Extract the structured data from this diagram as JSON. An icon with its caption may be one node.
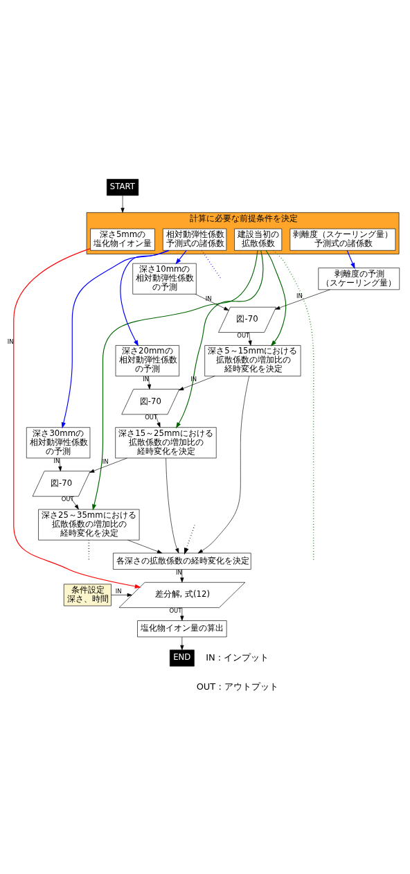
{
  "diagram": {
    "nodes": [
      {
        "text": [
          "START"
        ]
      },
      {
        "text": [
          "計算に必要な前提条件を決定"
        ]
      },
      {
        "text": [
          "深さ5mmの塩化物イオン量"
        ],
        "in": 1
      },
      {
        "text": [
          "建設当初の拡散係数"
        ],
        "in": 1
      },
      {
        "text": [
          "剥離度（スケーリング量）予測式の諸係数"
        ],
        "in": 1
      },
      {
        "text": [
          "相対動弾性係数予測式の諸係数"
        ],
        "in": 1
      },
      {
        "text": [
          "剥離度の予測",
          "（スケーリング量）"
        ]
      },
      {
        "text": [
          "深さ10mmの相対動弾性係数の予測"
        ]
      },
      {
        "text": [
          "図-70"
        ]
      },
      {
        "text": [
          "深さ5～15mmにおける拡散係数の増加比の経時変化を決定"
        ]
      },
      {
        "text": [
          "深さ20mmの相対動弾性係数の予測"
        ]
      },
      {
        "text": [
          "図-70"
        ]
      },
      {
        "text": [
          "深さ15～25mmにおける拡散係数の増加比の経時変化を決定"
        ]
      },
      {
        "text": [
          "深さ30mmの相対動弾性係数の予測"
        ]
      },
      {
        "text": [
          "図-70"
        ]
      },
      {
        "text": [
          "深さ25～35mmにおける拡散係数の増加比の経時変化を決定"
        ]
      },
      {
        "text": [
          "各深さの拡散係数の経時変化を決定"
        ]
      },
      {
        "text": [
          "条件設定",
          "深さ、時間"
        ]
      },
      {
        "text": [
          "差分解, 式(12)"
        ]
      },
      {
        "text": [
          "塩化物イオン量の算出"
        ]
      },
      {
        "text": [
          "END"
        ]
      }
    ],
    "edges": [
      {
        "from": 0,
        "to": 1,
        "arrow": "to"
      },
      {
        "from": 4,
        "to": 6,
        "arrow": "to",
        "color": "#0000ff"
      },
      {
        "from": 5,
        "to": 7,
        "arrow": "to",
        "color": "#0000ff"
      },
      {
        "from": 5,
        "to": 10,
        "arrow": "to",
        "color": "#0000ff"
      },
      {
        "from": 5,
        "to": 13,
        "arrow": "to",
        "color": "#0000ff"
      },
      {
        "from": 5,
        "to": null,
        "arrow": "none",
        "style": "dashed",
        "color": "#0000ff"
      },
      {
        "from": 6,
        "to": 8,
        "arrow": "to",
        "label": "IN"
      },
      {
        "from": 7,
        "to": 8,
        "arrow": "to",
        "label": "IN"
      },
      {
        "from": 8,
        "to": 9,
        "arrow": "to",
        "label": "OUT"
      },
      {
        "from": 9,
        "to": 11,
        "arrow": "to",
        "label": "IN"
      },
      {
        "from": 10,
        "to": 11,
        "arrow": "to",
        "label": "IN"
      },
      {
        "from": 11,
        "to": 12,
        "arrow": "to",
        "label": "OUT"
      },
      {
        "from": 12,
        "to": 14,
        "arrow": "to",
        "label": "IN"
      },
      {
        "from": 13,
        "to": 14,
        "arrow": "to",
        "label": "IN"
      },
      {
        "from": 14,
        "to": 15,
        "arrow": "to",
        "label": "OUT"
      },
      {
        "from": 3,
        "to": 9,
        "arrow": "to",
        "color": "#006600"
      },
      {
        "from": 3,
        "to": 12,
        "arrow": "to",
        "color": "#006600"
      },
      {
        "from": 3,
        "to": 15,
        "arrow": "to",
        "color": "#006600"
      },
      {
        "from": 3,
        "to": null,
        "arrow": "none",
        "style": "dashed",
        "color": "#006600"
      },
      {
        "from": 15,
        "to": null,
        "arrow": "none",
        "style": "dashed"
      },
      {
        "from": 9,
        "to": 16,
        "arrow": "to"
      },
      {
        "from": 12,
        "to": 16,
        "arrow": "to"
      },
      {
        "from": 15,
        "to": 16,
        "arrow": "to"
      },
      {
        "from": null,
        "to": 16,
        "arrow": "to",
        "style": "dashed"
      },
      {
        "from": 2,
        "to": 18,
        "arrow": "to",
        "label": "IN",
        "color": "#ff0000"
      },
      {
        "from": 16,
        "to": 18,
        "arrow": "to",
        "label": "IN"
      },
      {
        "from": 17,
        "to": 18,
        "arrow": "to",
        "label": "IN"
      },
      {
        "from": 18,
        "to": 19,
        "arrow": "to",
        "label": "OUT"
      },
      {
        "from": 19,
        "to": 20,
        "arrow": "to"
      }
    ],
    "labels": [
      "IN : インプット",
      "OUT : アウトプット"
    ]
  }
}
